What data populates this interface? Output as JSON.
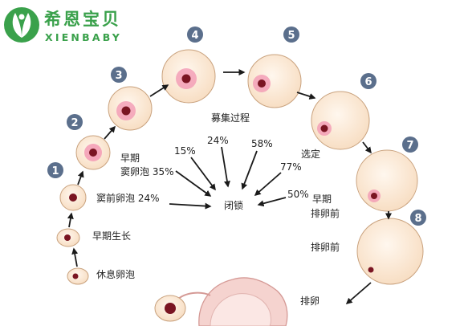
{
  "logo": {
    "name": "希恩宝贝",
    "sub": "XIENBABY",
    "color": "#3aa14b"
  },
  "steps": [
    "1",
    "2",
    "3",
    "4",
    "5",
    "6",
    "7",
    "8"
  ],
  "stages": {
    "resting": "休息卵泡",
    "early_growth": "早期生长",
    "preantral": "窦前卵泡 24%",
    "early_antral_line1": "早期",
    "early_antral_line2": "窦卵泡 35%",
    "recruitment": "募集过程",
    "selection": "选定",
    "early_preovulatory_line1": "早期",
    "early_preovulatory_line2": "排卵前",
    "preovulatory": "排卵前",
    "ovulation": "排卵"
  },
  "atresia": {
    "label": "闭锁",
    "rates": [
      "15%",
      "24%",
      "58%",
      "77%",
      "50%"
    ]
  },
  "colors": {
    "badge": "#5b6f8c",
    "follicle_fill": "#fdeedd",
    "follicle_stroke": "#c9a27e",
    "oocyte": "#7a1522",
    "granulosa": "#f39ab4",
    "ovary": "#f5d3cf"
  }
}
